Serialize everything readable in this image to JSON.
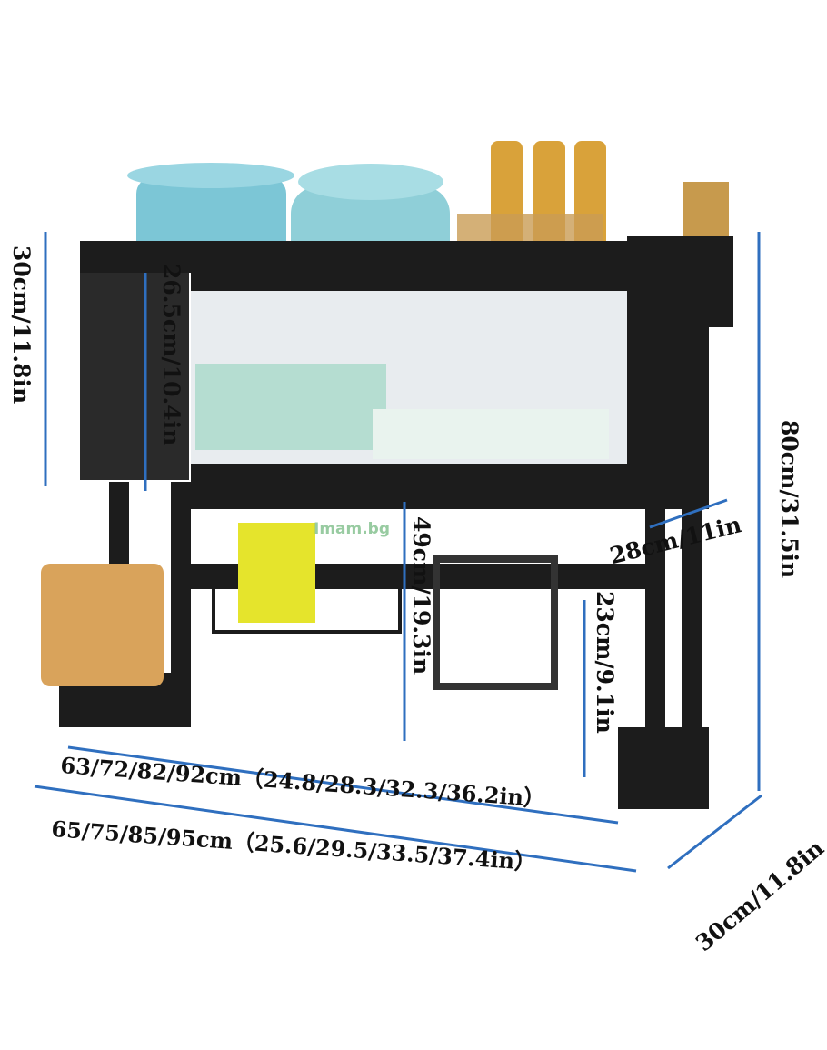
{
  "dimensions": {
    "left_height": "30cm/11.8in",
    "inner_height": "26.5cm/10.4in",
    "middle_clearance": "49cm/19.3in",
    "hook_height": "23cm/9.1in",
    "total_height": "80cm/31.5in",
    "inner_depth": "28cm/11in",
    "inner_width": "63/72/82/92cm（24.8/28.3/32.3/36.2in）",
    "outer_width": "65/75/85/95cm（25.6/29.5/33.5/37.4in）",
    "outer_depth": "30cm/11.8in"
  },
  "watermark": "Imam.bg",
  "colors": {
    "dimension_line": "#2f6fbf",
    "frame": "#1c1c1c",
    "pot": "#7cc6d6"
  }
}
